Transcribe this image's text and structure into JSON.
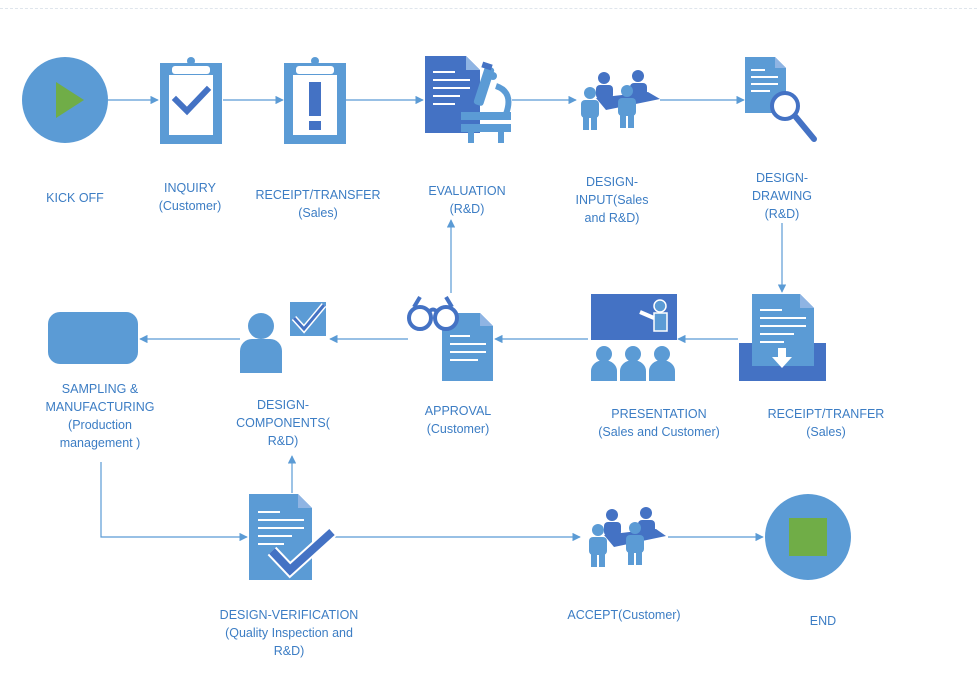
{
  "colors": {
    "accent": "#5b9bd5",
    "dark_blue": "#4472c4",
    "arrow": "#5b9bd5",
    "text": "#3c7dc4",
    "start_glyph": "#70ad47",
    "end_glyph": "#70ad47"
  },
  "nodes": [
    {
      "id": "kick-off",
      "icon": "play-circle-icon",
      "lines": [
        "KICK OFF"
      ]
    },
    {
      "id": "inquiry",
      "icon": "clipboard-check-icon",
      "lines": [
        "INQUIRY",
        "(Customer)"
      ]
    },
    {
      "id": "receipt-transfer-1",
      "icon": "clipboard-exclamation-icon",
      "lines": [
        "RECEIPT/TRANSFER",
        "(Sales)"
      ]
    },
    {
      "id": "evaluation",
      "icon": "document-microscope-icon",
      "lines": [
        "EVALUATION",
        "(R&D)"
      ]
    },
    {
      "id": "design-input",
      "icon": "team-meeting-icon",
      "lines": [
        "DESIGN-",
        "INPUT(Sales",
        "and R&D)"
      ]
    },
    {
      "id": "design-drawing",
      "icon": "document-magnifier-icon",
      "lines": [
        "DESIGN-",
        "DRAWING",
        "(R&D)"
      ]
    },
    {
      "id": "receipt-transfer-2",
      "icon": "inbox-document-icon",
      "lines": [
        "RECEIPT/TRANFER",
        "(Sales)"
      ]
    },
    {
      "id": "presentation",
      "icon": "presentation-audience-icon",
      "lines": [
        "PRESENTATION",
        "(Sales and Customer)"
      ]
    },
    {
      "id": "approval",
      "icon": "document-glasses-icon",
      "lines": [
        "APPROVAL",
        "(Customer)"
      ]
    },
    {
      "id": "design-components",
      "icon": "person-checkbox-icon",
      "lines": [
        "DESIGN-",
        "COMPONENTS(",
        "R&D)"
      ]
    },
    {
      "id": "sampling-manufacturing",
      "icon": "rounded-rectangle-shape",
      "lines": [
        "SAMPLING &",
        "MANUFACTURING",
        "(Production",
        "management )"
      ]
    },
    {
      "id": "design-verification",
      "icon": "document-checkmark-icon",
      "lines": [
        "DESIGN-VERIFICATION",
        "(Quality Inspection and",
        "R&D)"
      ]
    },
    {
      "id": "accept",
      "icon": "team-meeting-icon",
      "lines": [
        "ACCEPT(Customer)"
      ]
    },
    {
      "id": "end",
      "icon": "stop-circle-icon",
      "lines": [
        "END"
      ]
    }
  ],
  "edges": [
    {
      "from": "kick-off",
      "to": "inquiry"
    },
    {
      "from": "inquiry",
      "to": "receipt-transfer-1"
    },
    {
      "from": "receipt-transfer-1",
      "to": "evaluation"
    },
    {
      "from": "evaluation",
      "to": "design-input"
    },
    {
      "from": "design-input",
      "to": "design-drawing"
    },
    {
      "from": "design-drawing",
      "to": "receipt-transfer-2"
    },
    {
      "from": "receipt-transfer-2",
      "to": "presentation"
    },
    {
      "from": "presentation",
      "to": "approval"
    },
    {
      "from": "approval",
      "to": "evaluation"
    },
    {
      "from": "approval",
      "to": "design-components"
    },
    {
      "from": "design-components",
      "to": "sampling-manufacturing"
    },
    {
      "from": "sampling-manufacturing",
      "to": "design-verification"
    },
    {
      "from": "design-verification",
      "to": "design-components"
    },
    {
      "from": "design-verification",
      "to": "accept"
    },
    {
      "from": "accept",
      "to": "end"
    }
  ]
}
